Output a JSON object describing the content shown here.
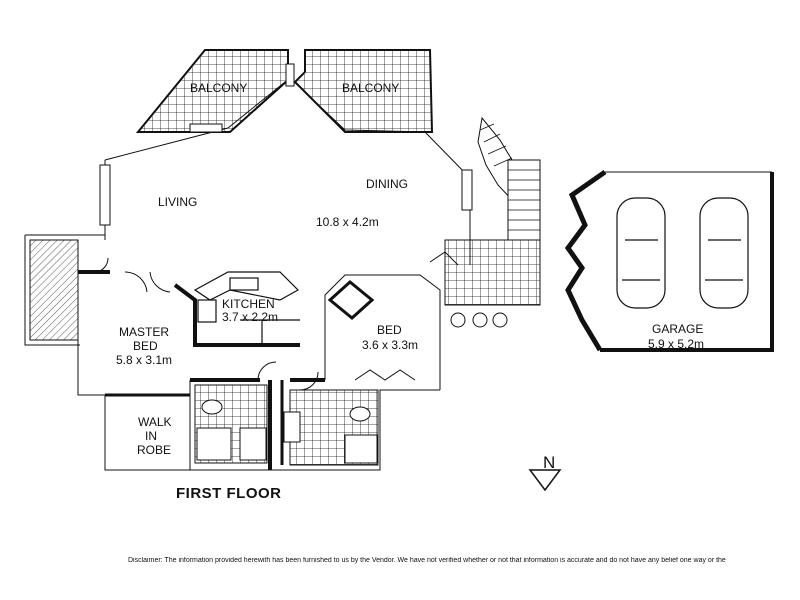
{
  "floor_title": "FIRST FLOOR",
  "compass_label": "N",
  "rooms": {
    "balcony_left": "BALCONY",
    "balcony_right": "BALCONY",
    "living": "LIVING",
    "dining": "DINING",
    "living_dining_size": "10.8 x 4.2m",
    "kitchen": "KITCHEN",
    "kitchen_size": "3.7 x 2.2m",
    "master_bed_line1": "MASTER",
    "master_bed_line2": "BED",
    "master_bed_size": "5.8 x 3.1m",
    "walk_in_line1": "WALK",
    "walk_in_line2": "IN",
    "walk_in_line3": "ROBE",
    "bed": "BED",
    "bed_size": "3.6 x 3.3m",
    "garage": "GARAGE",
    "garage_size": "5.9 x 5.2m"
  },
  "disclaimer": "Disclaimer:  The information provided herewith has been furnished to us by the Vendor. We have not verified whether or not that information is accurate and do not have any belief one way or the other in its accuracy. We do not"
}
